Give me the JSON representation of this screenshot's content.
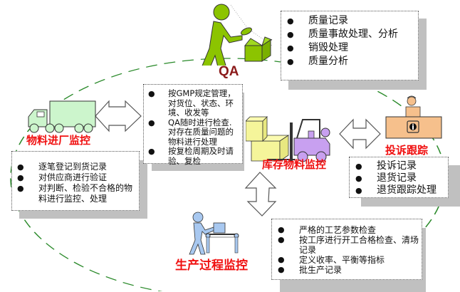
{
  "title": "物料质量监控循环",
  "nodes": {
    "qa": {
      "label": "QA",
      "items": [
        "质量记录",
        "质量事故处理、分析",
        "销毁处理",
        "质量分析"
      ]
    },
    "incoming": {
      "label": "物料进厂监控",
      "items": [
        "逐笔登记到货记录",
        "对供应商进行验证",
        "对判断、检验不合格的物料进行监控、处理"
      ]
    },
    "inventory": {
      "label": "库存物料监控",
      "items": [
        "按GMP规定管理，对货位、状态、环境、收发等",
        "QA随时进行检查.对存在质量问题的物料进行处理",
        "按复检周期及时请验、复检"
      ]
    },
    "complaint": {
      "label": "投诉跟踪",
      "items": [
        "投诉记录",
        "退货记录",
        "退货跟踪处理"
      ]
    },
    "production": {
      "label": "生产过程监控",
      "items": [
        "严格的工艺参数检查",
        "按工序进行开工合格检查、清场记录",
        "定义收率、平衡等指标",
        "批生产记录"
      ]
    }
  },
  "icons": {
    "qa": "inspector-icon",
    "incoming": "truck-icon",
    "inventory": "forklift-icon",
    "complaint": "help-desk-icon",
    "production": "conveyor-worker-icon"
  },
  "colors": {
    "label_red": "#f01010",
    "qa_label": "#8b1a1a",
    "cycle_dash": "#2a8a2a",
    "qa_green": "#8cc400",
    "truck_green": "#ccf5cc",
    "forklift_purple": "#c8a0f0",
    "boxes_yellow": "#f5f59a",
    "desk_orange": "#f6c08c",
    "worker_blue": "#a8c8f0"
  }
}
